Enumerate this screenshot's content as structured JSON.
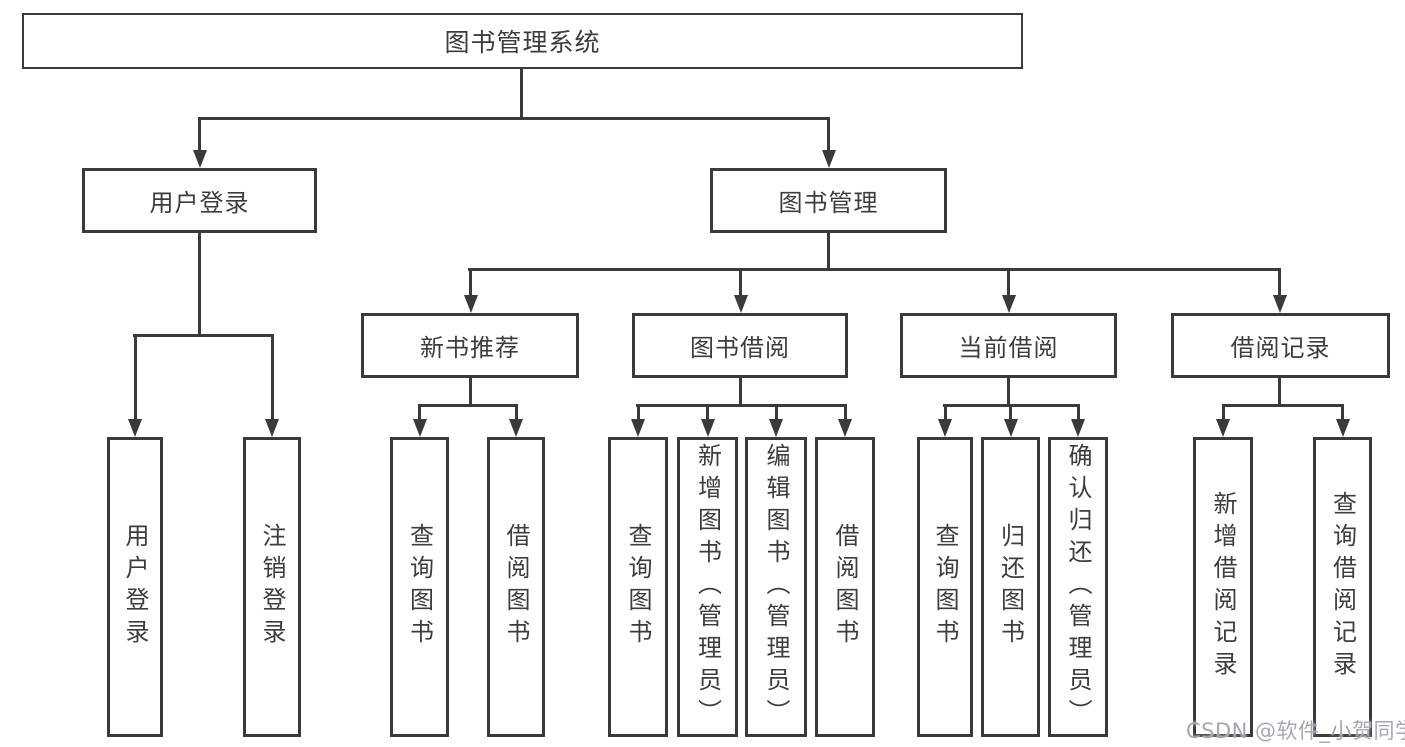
{
  "tree": {
    "root": "图书管理系统",
    "children": [
      {
        "label": "用户登录",
        "children": [
          "用户登录",
          "注销登录"
        ]
      },
      {
        "label": "图书管理",
        "children": [
          {
            "label": "新书推荐",
            "children": [
              "查询图书",
              "借阅图书"
            ]
          },
          {
            "label": "图书借阅",
            "children": [
              "查询图书",
              "新增图书（管理员）",
              "编辑图书（管理员）",
              "借阅图书"
            ]
          },
          {
            "label": "当前借阅",
            "children": [
              "查询图书",
              "归还图书",
              "确认归还（管理员）"
            ]
          },
          {
            "label": "借阅记录",
            "children": [
              "新增借阅记录",
              "查询借阅记录"
            ]
          }
        ]
      }
    ]
  },
  "watermark": "CSDN @软件_小贺同学",
  "colors": {
    "line": "#3a3a3a",
    "text": "#3d3d3d",
    "background": "#ffffff",
    "watermark": "#a3a9b3"
  }
}
